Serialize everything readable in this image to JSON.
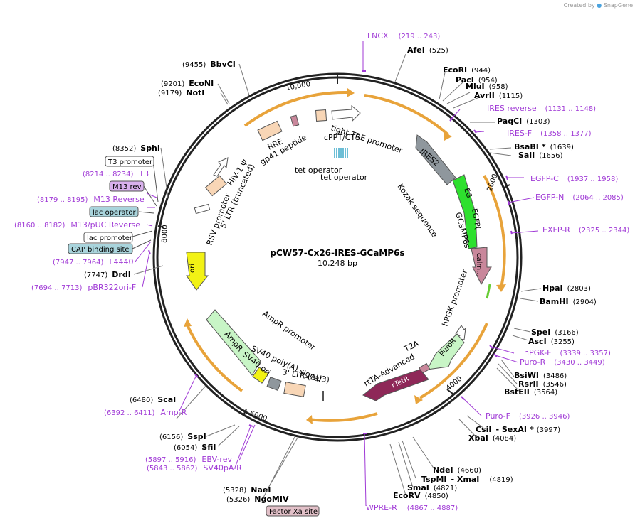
{
  "credit": {
    "prefix": "Created by",
    "brand": "SnapGene"
  },
  "plasmid": {
    "name": "pCW57-Cx26-IRES-GCaMP6s",
    "length": "10,248 bp"
  },
  "ticks": [
    "10,000",
    "2000",
    "4000",
    "6000",
    "8000"
  ],
  "colors": {
    "orange": "#e8a33a",
    "grey": "#8f979d",
    "green": "#2ee02e",
    "pink": "#c9879b",
    "lightgreen": "#c8f5c6",
    "puror": "#c8f5c6",
    "rtetr": "#8e2858",
    "ori": "#f2f215",
    "peach": "#f8d6b6",
    "primer": "#a03ad6"
  },
  "features": {
    "tight_tre": "tight TRE promoter",
    "cppt": "cPPT/CTS",
    "rre": "RRE",
    "gp41": "gp41 peptide",
    "hiv": "HIV-1 Ψ",
    "ltr5": "5' LTR (truncated)",
    "rsv": "RSV promoter",
    "tetop1": "tet operator",
    "tetop2": "tet operator",
    "ires2": "IRES2",
    "kozak": "Kozak sequence",
    "gcamp": "GCaMP6s",
    "eg": "EG",
    "egfp": "EGFP(",
    "calm": "calm...",
    "hpgk": "hPGK promoter",
    "puror": "PuroR",
    "t2a": "T2A",
    "rtta": "rtTA-Advanced",
    "rtetr": "rTetR",
    "ampr_prom": "AmpR promoter",
    "sv40polya": "SV40 poly(A) signal",
    "sv40ori": "SV40 ori",
    "ltr3": "3' LTR (ΔU3)",
    "ampr": "AmpR",
    "ori": "ori"
  },
  "sites": [
    {
      "name": "AfeI",
      "pos": "(525)"
    },
    {
      "name": "EcoRI",
      "pos": "(944)"
    },
    {
      "name": "PacI",
      "pos": "(954)"
    },
    {
      "name": "MluI",
      "pos": "(958)"
    },
    {
      "name": "AvrII",
      "pos": "(1115)"
    },
    {
      "name": "PaqCI",
      "pos": "(1303)"
    },
    {
      "name": "BsaBI",
      "pos": "(1639)",
      "star": "*"
    },
    {
      "name": "SalI",
      "pos": "(1656)"
    },
    {
      "name": "HpaI",
      "pos": "(2803)"
    },
    {
      "name": "BamHI",
      "pos": "(2904)"
    },
    {
      "name": "SpeI",
      "pos": "(3166)"
    },
    {
      "name": "AscI",
      "pos": "(3255)"
    },
    {
      "name": "BsiWI",
      "pos": "(3486)"
    },
    {
      "name": "RsrII",
      "pos": "(3546)"
    },
    {
      "name": "BstEII",
      "pos": "(3564)"
    },
    {
      "name": "CsiI",
      "pos": "(3997)",
      "pair": "- SexAI",
      "star": "*"
    },
    {
      "name": "XbaI",
      "pos": "(4084)"
    },
    {
      "name": "NdeI",
      "pos": "(4660)"
    },
    {
      "name": "TspMI",
      "pos": "(4819)",
      "pair": "- XmaI"
    },
    {
      "name": "SmaI",
      "pos": "(4821)"
    },
    {
      "name": "EcoRV",
      "pos": "(4850)"
    },
    {
      "name": "NaeI",
      "pos": "(5328)"
    },
    {
      "name": "NgoMIV",
      "pos": "(5326)"
    },
    {
      "name": "SfiI",
      "pos": "(6054)"
    },
    {
      "name": "SspI",
      "pos": "(6156)"
    },
    {
      "name": "ScaI",
      "pos": "(6480)"
    },
    {
      "name": "DrdI",
      "pos": "(7747)"
    },
    {
      "name": "SphI",
      "pos": "(8352)"
    },
    {
      "name": "NotI",
      "pos": "(9179)"
    },
    {
      "name": "EcoNI",
      "pos": "(9201)"
    },
    {
      "name": "BbvCI",
      "pos": "(9455)"
    }
  ],
  "primers": [
    {
      "name": "LNCX",
      "range": "(219 .. 243)"
    },
    {
      "name": "IRES reverse",
      "range": "(1131 .. 1148)"
    },
    {
      "name": "IRES-F",
      "range": "(1358 .. 1377)"
    },
    {
      "name": "EGFP-C",
      "range": "(1937 .. 1958)"
    },
    {
      "name": "EGFP-N",
      "range": "(2064 .. 2085)"
    },
    {
      "name": "EXFP-R",
      "range": "(2325 .. 2344)"
    },
    {
      "name": "hPGK-F",
      "range": "(3339 .. 3357)"
    },
    {
      "name": "Puro-R",
      "range": "(3430 .. 3449)"
    },
    {
      "name": "Puro-F",
      "range": "(3926 .. 3946)"
    },
    {
      "name": "WPRE-R",
      "range": "(4867 .. 4887)"
    },
    {
      "name": "SV40pA-R",
      "range": "(5843 .. 5862)"
    },
    {
      "name": "EBV-rev",
      "range": "(5897 .. 5916)"
    },
    {
      "name": "Amp-R",
      "range": "(6392 .. 6411)"
    },
    {
      "name": "pBR322ori-F",
      "range": "(7694 .. 7713)"
    },
    {
      "name": "L4440",
      "range": "(7947 .. 7964)"
    },
    {
      "name": "M13/pUC Reverse",
      "range": "(8160 .. 8182)"
    },
    {
      "name": "M13 Reverse",
      "range": "(8179 .. 8195)"
    },
    {
      "name": "T3",
      "range": "(8214 .. 8234)"
    }
  ],
  "boxed": {
    "t3_prom": "T3 promoter",
    "m13rev": "M13 rev",
    "lacop": "lac operator",
    "lacprom": "lac promoter",
    "cap": "CAP binding site",
    "factorxa": "Factor Xa site"
  }
}
